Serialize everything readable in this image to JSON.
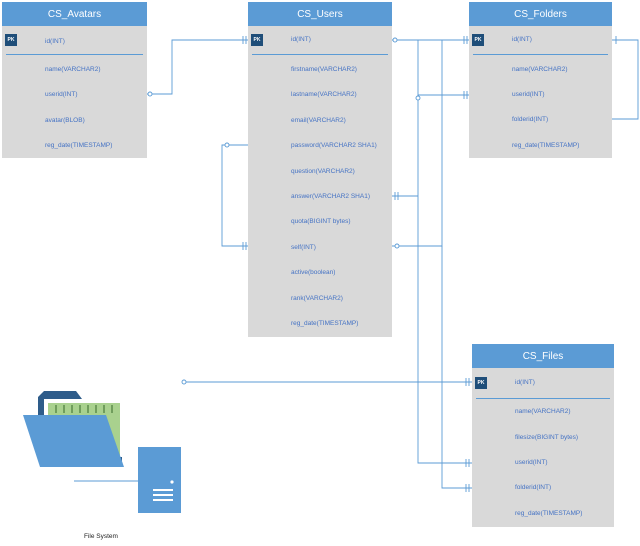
{
  "tables": {
    "avatars": {
      "title": "CS_Avatars",
      "pk_badge": "PK",
      "pk_field": "id(INT)",
      "fields": [
        "name(VARCHAR2)",
        "userid(INT)",
        "avatar(BLOB)",
        "reg_date(TIMESTAMP)"
      ]
    },
    "users": {
      "title": "CS_Users",
      "pk_badge": "PK",
      "pk_field": "id(INT)",
      "fields": [
        "firstname(VARCHAR2)",
        "lastname(VARCHAR2)",
        "email(VARCHAR2)",
        "password(VARCHAR2 SHA1)",
        "question(VARCHAR2)",
        "answer(VARCHAR2 SHA1)",
        "quota(BIGINT bytes)",
        "self(INT)",
        "active(boolean)",
        "rank(VARCHAR2)",
        "reg_date(TIMESTAMP)"
      ]
    },
    "folders": {
      "title": "CS_Folders",
      "pk_badge": "PK",
      "pk_field": "id(INT)",
      "fields": [
        "name(VARCHAR2)",
        "userid(INT)",
        "folderid(INT)",
        "reg_date(TIMESTAMP)"
      ]
    },
    "files": {
      "title": "CS_Files",
      "pk_badge": "PK",
      "pk_field": "id(INT)",
      "fields": [
        "name(VARCHAR2)",
        "filesize(BIGINT bytes)",
        "userid(INT)",
        "folderid(INT)",
        "reg_date(TIMESTAMP)"
      ]
    }
  },
  "file_system": {
    "label": "File System",
    "icons": [
      "folder-icon",
      "server-icon"
    ]
  },
  "colors": {
    "header": "#5b9bd5",
    "body": "#d9d9d9",
    "text": "#4472c4",
    "pk": "#1f4e79",
    "line": "#5b9bd5"
  }
}
